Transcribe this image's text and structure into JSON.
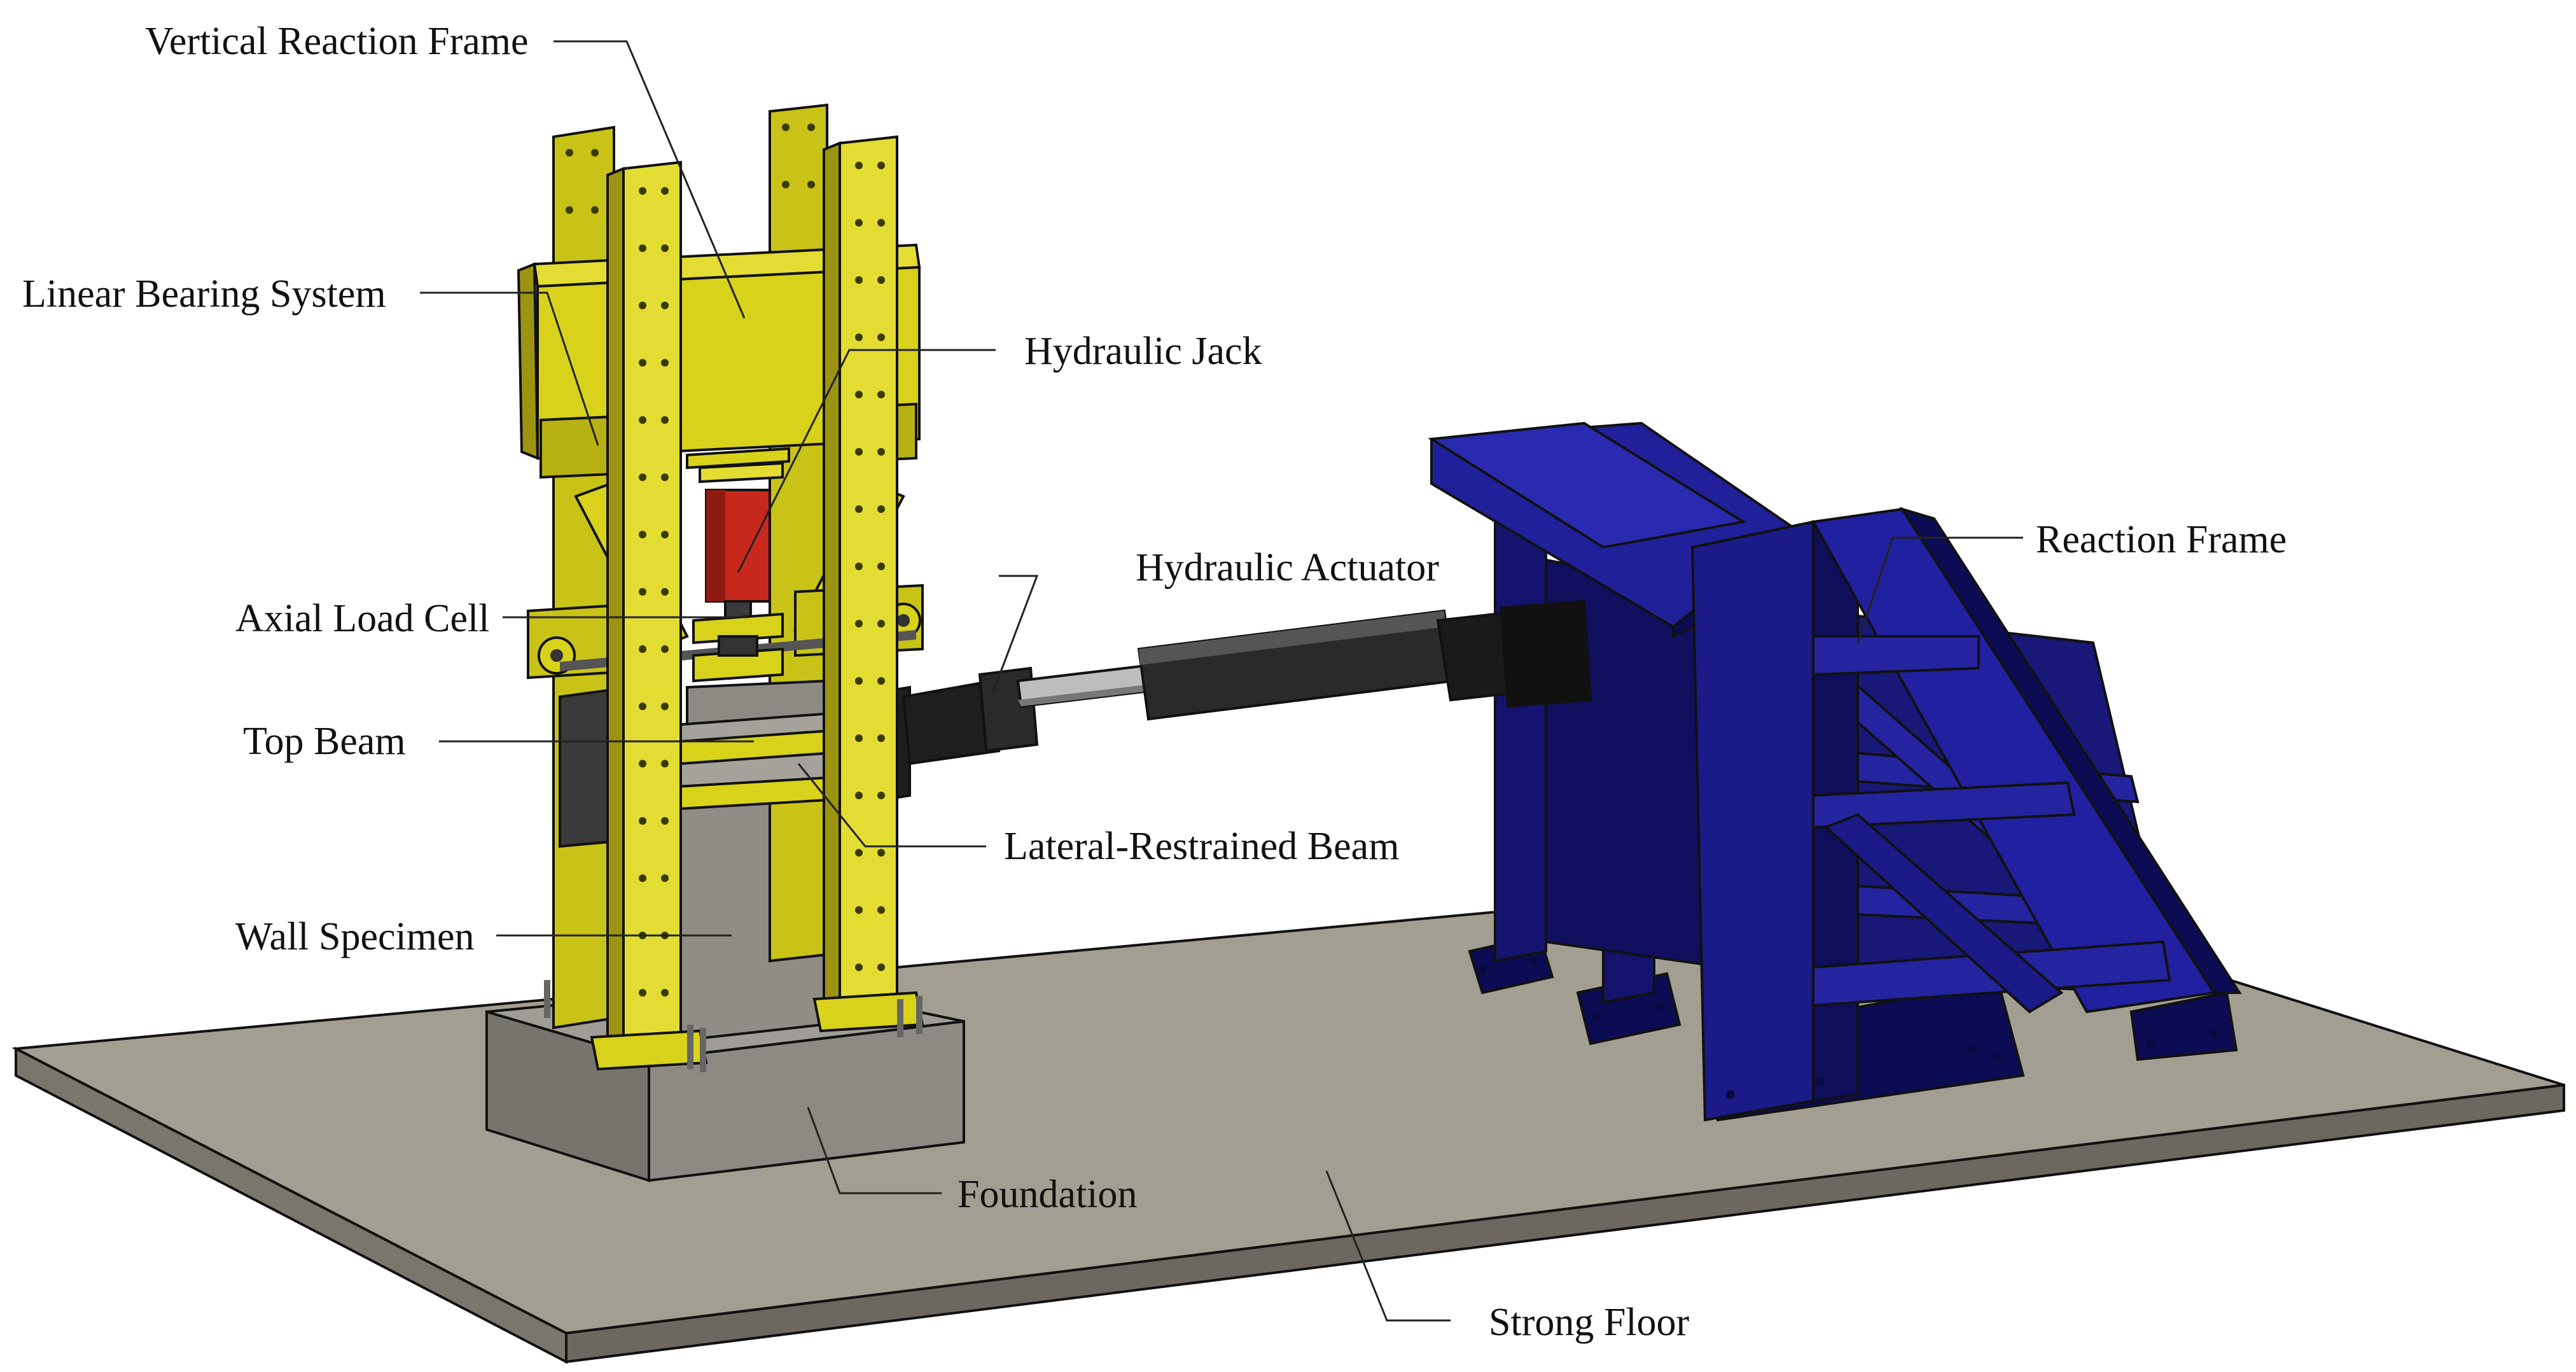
{
  "figure": {
    "labels": {
      "vertical_reaction_frame": "Vertical Reaction Frame",
      "linear_bearing_system": "Linear Bearing System",
      "hydraulic_jack": "Hydraulic Jack",
      "reaction_frame": "Reaction Frame",
      "hydraulic_actuator": "Hydraulic Actuator",
      "axial_load_cell": "Axial Load Cell",
      "top_beam": "Top Beam",
      "lateral_restrained_beam": "Lateral-Restrained Beam",
      "wall_specimen": "Wall Specimen",
      "foundation": "Foundation",
      "strong_floor": "Strong Floor"
    },
    "colors": {
      "vertical_frame": "#d8d21a",
      "vertical_frame_dark": "#9c9410",
      "reaction_frame": "#1c1c8c",
      "reaction_frame_dark": "#0c0c55",
      "strong_floor": "#a39e92",
      "concrete": "#8d8a84",
      "actuator": "#2a2a2a",
      "jack": "#c8281c"
    }
  }
}
